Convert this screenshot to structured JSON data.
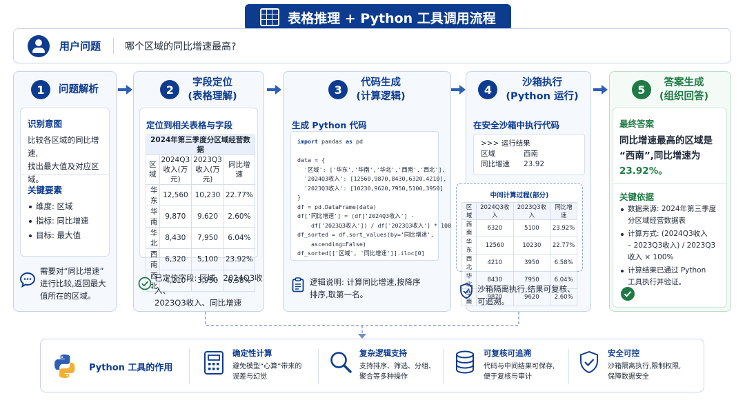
{
  "title": "表格推理 + Python 工具调用流程",
  "question": {
    "label": "用户问题",
    "text": "哪个区域的同比增速最高?"
  },
  "steps": [
    {
      "num": "1",
      "title": "问题解析",
      "sections": [
        {
          "title": "识别意图",
          "lines": [
            "比较各区域的同比增速,",
            "找出最大值及对应区域。"
          ]
        },
        {
          "title": "关键要素",
          "items": [
            "维度: 区域",
            "指标: 同比增速",
            "目标: 最大值"
          ]
        }
      ],
      "note": [
        "需要对“同比增速”",
        "进行比较,返回最大",
        "值所在的区域。"
      ]
    },
    {
      "num": "2",
      "title_lines": [
        "字段定位",
        "(表格理解)"
      ],
      "section_title": "定位到相关表格与字段",
      "table": {
        "caption": "2024年第三季度分区域经营数据",
        "headers": [
          [
            "区域"
          ],
          [
            "2024Q3",
            "收入(万元)"
          ],
          [
            "2023Q3",
            "收入(万元)"
          ],
          [
            "同比增速"
          ]
        ],
        "rows": [
          [
            "华东",
            "12,560",
            "10,230",
            "22.77%"
          ],
          [
            "华南",
            "9,870",
            "9,620",
            "2.60%"
          ],
          [
            "华北",
            "8,430",
            "7,950",
            "6.04%"
          ],
          [
            "西南",
            "6,320",
            "5,100",
            "23.92%"
          ],
          [
            "西北",
            "4,210",
            "3,950",
            "6.58%"
          ]
        ]
      },
      "note": [
        "已定位字段: 区域、2024Q3收入、",
        "2023Q3收入、同比增速"
      ]
    },
    {
      "num": "3",
      "title_lines": [
        "代码生成",
        "(计算逻辑)"
      ],
      "section_title": "生成 Python 代码",
      "code": {
        "import_kw": "import",
        "import_mod": " pandas ",
        "as_kw": "as",
        "alias": " pd",
        "lines": [
          "data = {",
          "  '区域': ['华东','华南','华北','西南','西北'],",
          "  '2024Q3收入': [12560,9870,8430,6320,4210],",
          "  '2023Q3收入': [10230,9620,7950,5100,3950]",
          "}",
          "df = pd.DataFrame(data)",
          "df['同比增速'] = (df['2024Q3收入'] -",
          "    df['2023Q3收入']) / df['2023Q3收入'] * 100",
          "df_sorted = df.sort_values(by='同比增速',",
          "    ascending=False)",
          "df_sorted[['区域', '同比增速']].iloc[0]"
        ]
      },
      "note": [
        "逻辑说明: 计算同比增速,按降序",
        "排序,取第一名。"
      ]
    },
    {
      "num": "4",
      "title_lines": [
        "沙箱执行",
        "(Python 运行)"
      ],
      "section_title": "在安全沙箱中执行代码",
      "result": {
        "prompt": ">>>  运行结果",
        "rows": [
          [
            "区域",
            "西南"
          ],
          [
            "同比增速",
            "23.92"
          ]
        ]
      },
      "mid_table": {
        "title": "中间计算过程(部分)",
        "headers": [
          "区域",
          "2024Q3收入",
          "2023Q3收入",
          "同比增速"
        ],
        "rows": [
          [
            "西南",
            "6320",
            "5100",
            "23.92%"
          ],
          [
            "华东",
            "12560",
            "10230",
            "22.77%"
          ],
          [
            "西北",
            "4210",
            "3950",
            "6.58%"
          ],
          [
            "华北",
            "8430",
            "7950",
            "6.04%"
          ],
          [
            "华南",
            "9870",
            "9620",
            "2.60%"
          ]
        ]
      },
      "note": [
        "沙箱隔离执行,结果可复核、",
        "可追溯。"
      ]
    },
    {
      "num": "5",
      "title_lines": [
        "答案生成",
        "(组织回答)"
      ],
      "answer_title": "最终答案",
      "answer_lines": [
        "同比增速最高的区域是",
        "“西南”,同比增速为",
        "23.92%。"
      ],
      "basis_title": "关键依据",
      "basis": [
        [
          "数据来源: 2024年第三季度",
          "分区域经营数据表"
        ],
        [
          "计算方式: (2024Q3收入",
          "– 2023Q3收入) / 2023Q3",
          "收入 × 100%"
        ],
        [
          "计算结果已通过 Python",
          "工具执行并验证。"
        ]
      ]
    }
  ],
  "bottom": {
    "label": "Python 工具的作用",
    "features": [
      {
        "title": "确定性计算",
        "desc": [
          "避免模型“心算”带来的",
          "误差与幻觉"
        ],
        "icon": "calculator-icon"
      },
      {
        "title": "复杂逻辑支持",
        "desc": [
          "支持排序、筛选、分组、",
          "聚合等多种操作"
        ],
        "icon": "magnifier-icon"
      },
      {
        "title": "可复核可追溯",
        "desc": [
          "代码与中间结果可保存,",
          "便于复核与审计"
        ],
        "icon": "database-icon"
      },
      {
        "title": "安全可控",
        "desc": [
          "沙箱隔离执行,限制权限,",
          "保障数据安全"
        ],
        "icon": "shield-check-icon"
      }
    ]
  },
  "colors": {
    "navy": "#0d3c8f",
    "green": "#1f7a45",
    "accent_blue": "#2d5fb5"
  }
}
